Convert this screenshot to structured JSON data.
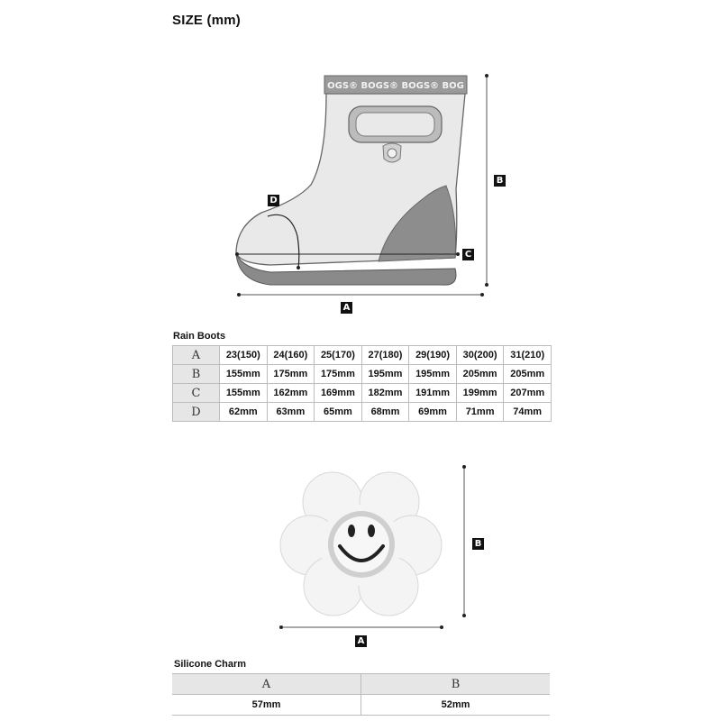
{
  "title": "SIZE (mm)",
  "boot_diagram": {
    "brand_band": "OGS® BOGS® BOGS® BOG",
    "labels": {
      "a": "A",
      "b": "B",
      "c": "C",
      "d": "D"
    }
  },
  "rain_boots": {
    "title": "Rain Boots",
    "rows": [
      {
        "label": "A",
        "cells": [
          "23(150)",
          "24(160)",
          "25(170)",
          "27(180)",
          "29(190)",
          "30(200)",
          "31(210)"
        ]
      },
      {
        "label": "B",
        "cells": [
          "155mm",
          "175mm",
          "175mm",
          "195mm",
          "195mm",
          "205mm",
          "205mm"
        ]
      },
      {
        "label": "C",
        "cells": [
          "155mm",
          "162mm",
          "169mm",
          "182mm",
          "191mm",
          "199mm",
          "207mm"
        ]
      },
      {
        "label": "D",
        "cells": [
          "62mm",
          "63mm",
          "65mm",
          "68mm",
          "69mm",
          "71mm",
          "74mm"
        ]
      }
    ]
  },
  "charm_diagram": {
    "labels": {
      "a": "A",
      "b": "B"
    }
  },
  "silicone_charm": {
    "title": "Silicone Charm",
    "headers": [
      "A",
      "B"
    ],
    "values": [
      "57mm",
      "52mm"
    ]
  }
}
